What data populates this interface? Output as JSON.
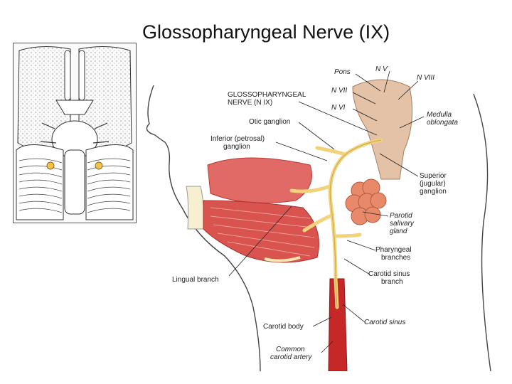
{
  "title": "Glossopharyngeal Nerve (IX)",
  "colors": {
    "muscle": "#d9534f",
    "muscle_dark": "#b83a36",
    "nerve": "#f2d27a",
    "brainstem": "#e3c2a8",
    "gland": "#e88a6a",
    "artery": "#c62828",
    "skin_line": "#444444"
  },
  "labels": {
    "pons": "Pons",
    "n_v": "N V",
    "n_viii": "N VIII",
    "n_vii": "N VII",
    "n_vi": "N VI",
    "nerve_title_1": "GLOSSOPHARYNGEAL",
    "nerve_title_2": "NERVE (N IX)",
    "otic_ganglion": "Otic ganglion",
    "inferior_ganglion_1": "Inferior (petrosal)",
    "inferior_ganglion_2": "ganglion",
    "medulla_1": "Medulla",
    "medulla_2": "oblongata",
    "superior_ganglion_1": "Superior",
    "superior_ganglion_2": "(jugular)",
    "superior_ganglion_3": "ganglion",
    "parotid_1": "Parotid",
    "parotid_2": "salivary",
    "parotid_3": "gland",
    "pharyngeal_1": "Pharyngeal",
    "pharyngeal_2": "branches",
    "carotid_sinus_branch_1": "Carotid sinus",
    "carotid_sinus_branch_2": "branch",
    "lingual_branch": "Lingual branch",
    "carotid_sinus": "Carotid sinus",
    "carotid_body": "Carotid body",
    "common_carotid_1": "Common",
    "common_carotid_2": "carotid artery"
  }
}
